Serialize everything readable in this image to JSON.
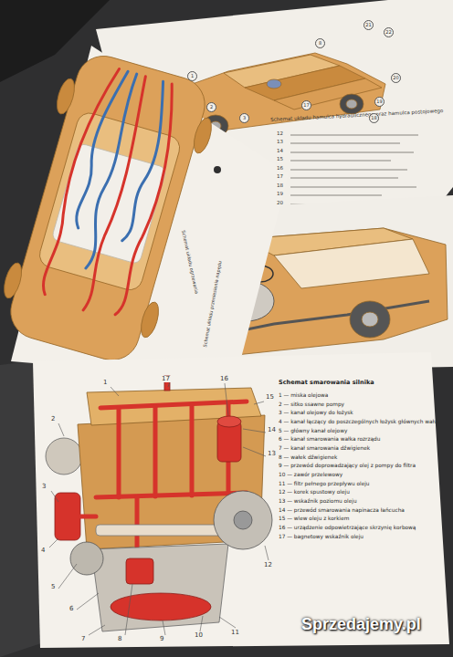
{
  "diagram": {
    "labels": [
      "Sprzedajemy.pl",
      "Schemat układu hamulca hydraulicznego oraz hamulca postojowego",
      "12",
      "13",
      "14",
      "15",
      "16",
      "17",
      "18",
      "19",
      "20",
      "21",
      "22",
      "1",
      "2",
      "3",
      "8",
      "17",
      "18",
      "19",
      "20",
      "Schemat układu ogrzewania",
      "Schemat układu przeniesienia napędu",
      "Schemat smarowania silnika",
      "1 — miska olejowa",
      "2 — sitko ssawne pompy",
      "3 — kanał olejowy do łożysk",
      "4 — kanał łączący do poszczególnych łożysk głównych wału",
      "5 — główny kanał olejowy",
      "6 — kanał smarowania wałka rozrządu",
      "7 — kanał smarowania dźwigienek",
      "8 — wałek dźwigienek",
      "9 — przewód doprowadzający olej z pompy do filtra",
      "10 — zawór przelewowy",
      "11 — filtr pełnego przepływu oleju",
      "12 — korek spustowy oleju",
      "13 — wskaźnik poziomu oleju",
      "14 — przewód smarowania napinacza łańcucha",
      "15 — wlew oleju z korkiem",
      "16 — urządzenie odpowietrzające skrzynię korbową",
      "17 — bagnetowy wskaźnik oleju",
      "1",
      "2",
      "3",
      "4",
      "5",
      "6",
      "7",
      "8",
      "9",
      "10",
      "11",
      "12",
      "13",
      "14",
      "15",
      "16",
      "17"
    ]
  }
}
